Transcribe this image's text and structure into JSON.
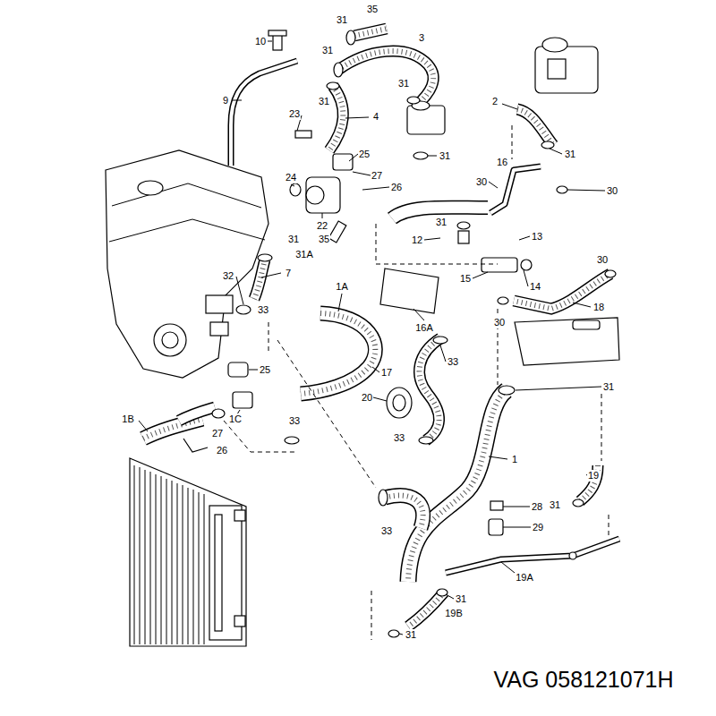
{
  "diagram": {
    "labels": [
      "35",
      "31",
      "3",
      "10",
      "31",
      "31",
      "9",
      "2",
      "31",
      "23",
      "4",
      "25",
      "31",
      "31",
      "16",
      "27",
      "24",
      "30",
      "26",
      "30",
      "31",
      "22",
      "13",
      "31",
      "35",
      "12",
      "31A",
      "30",
      "7",
      "32",
      "15",
      "1A",
      "14",
      "18",
      "33",
      "30",
      "16A",
      "33",
      "25",
      "17",
      "31",
      "20",
      "1B",
      "1C",
      "33",
      "27",
      "33",
      "26",
      "1",
      "19",
      "31",
      "28",
      "29",
      "33",
      "19A",
      "31",
      "19B",
      "31",
      "VAG 058121071H"
    ]
  }
}
